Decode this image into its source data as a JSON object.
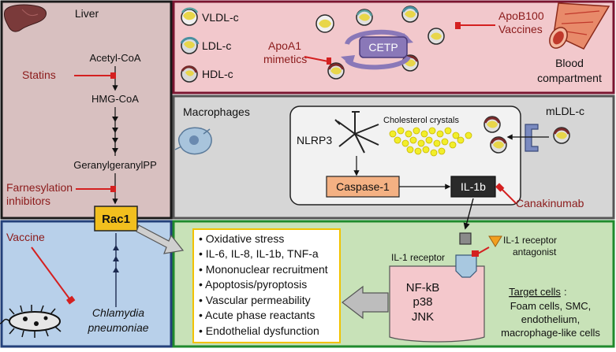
{
  "liver": {
    "title": "Liver",
    "pathway": [
      "Acetyl-CoA",
      "HMG-CoA",
      "GeranylgeranylPP"
    ],
    "statins": "Statins",
    "farnesylation": [
      "Farnesylation",
      "inhibitors"
    ]
  },
  "rac1": "Rac1",
  "infection": {
    "vaccine": "Vaccine",
    "pathogen": [
      "Chlamydia",
      "pneumoniae"
    ]
  },
  "blood": {
    "lipoproteins": [
      "VLDL-c",
      "LDL-c",
      "HDL-c"
    ],
    "apoa1": [
      "ApoA1",
      "mimetics"
    ],
    "cetp": "CETP",
    "apob100": [
      "ApoB100",
      "Vaccines"
    ],
    "compartment": [
      "Blood",
      "compartment"
    ]
  },
  "macrophage": {
    "title": "Macrophages",
    "crystals": "Cholesterol crystals",
    "nlrp3": "NLRP3",
    "caspase": "Caspase-1",
    "il1b": "IL-1b",
    "mldl": "mLDL-c",
    "canakinumab": "Canakinumab"
  },
  "effects": [
    "• Oxidative stress",
    "• IL-6, IL-8, IL-1b, TNF-a",
    "• Mononuclear recruitment",
    "• Apoptosis/pyroptosis",
    "• Vascular permeability",
    "• Acute phase reactants",
    "• Endothelial dysfunction"
  ],
  "cell": {
    "il1_antagonist": [
      "IL-1 receptor",
      "antagonist"
    ],
    "il1_receptor": "IL-1 receptor",
    "signaling": [
      "NF-kB",
      "p38",
      "JNK"
    ],
    "target_title": "Target cells",
    "target_lines": [
      "Foam cells, SMC,",
      "endothelium,",
      "macrophage-like cells"
    ]
  },
  "colors": {
    "liver_bg": "#d8c0c0",
    "blood_bg": "#f2c8cc",
    "blood_border": "#7a1530",
    "macro_bg": "#d6d6d6",
    "infect_bg": "#b8d0ea",
    "infect_border": "#23407a",
    "cell_bg": "#c8e2b8",
    "cell_border": "#1f8a2c",
    "drug_text": "#8b1a1a",
    "inhibitor_red": "#d42020",
    "rac1_fill": "#f2bf1e",
    "caspase_fill": "#f4b183",
    "cetp_fill": "#8a78b8",
    "crystal_yellow": "#f2ee2a",
    "effects_border": "#f2c200"
  },
  "icons": [
    "liver-icon",
    "vessel-icon",
    "macrophage-icon",
    "bacterium-icon",
    "lipoprotein-icon",
    "nlrp3-icon",
    "receptor-icon"
  ]
}
